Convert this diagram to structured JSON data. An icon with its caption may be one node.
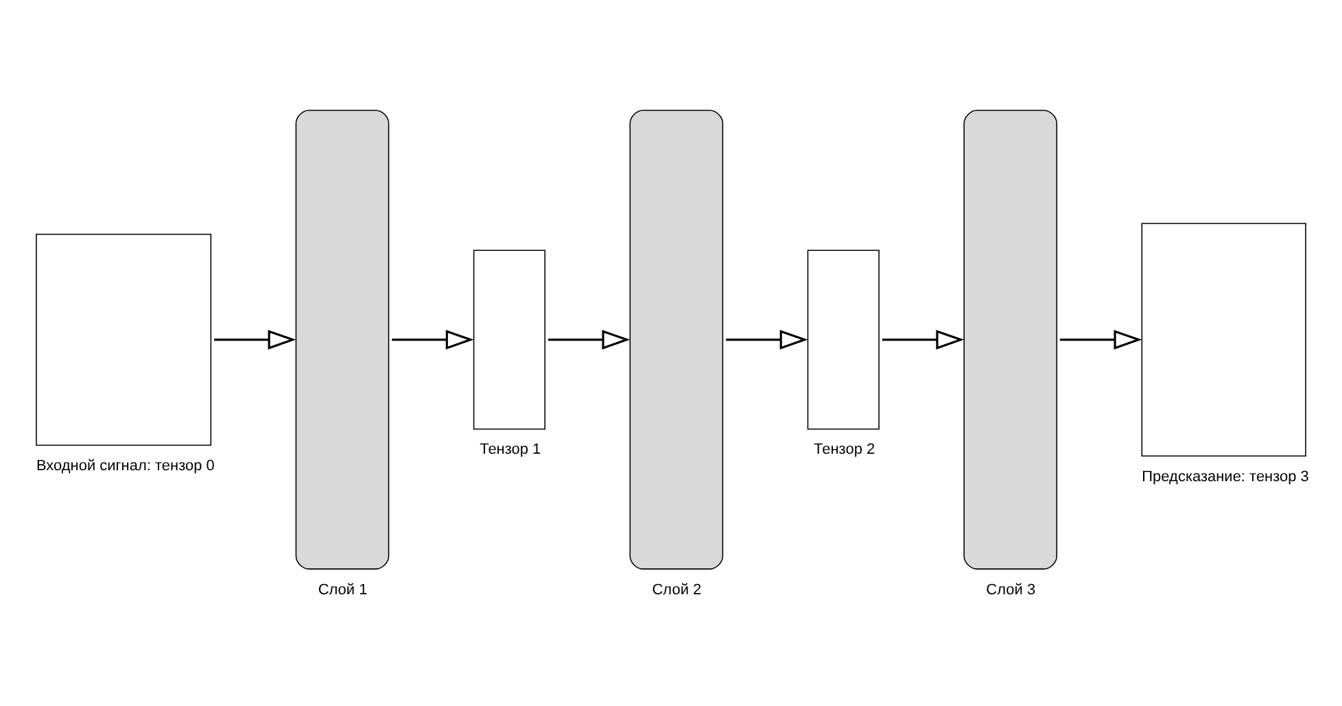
{
  "diagram": {
    "nodes": [
      {
        "text": [
          "Входной сигнал: тензор 0"
        ]
      },
      {
        "text": [
          "Слой 1"
        ]
      },
      {
        "text": [
          "Тензор 1"
        ]
      },
      {
        "text": [
          "Слой 2"
        ]
      },
      {
        "text": [
          "Тензор 2"
        ]
      },
      {
        "text": [
          "Слой 3"
        ]
      },
      {
        "text": [
          "Предсказание: тензор 3"
        ]
      }
    ],
    "edges": [
      {
        "from": 0,
        "to": 1,
        "arrow": "to"
      },
      {
        "from": 1,
        "to": 2,
        "arrow": "to"
      },
      {
        "from": 2,
        "to": 3,
        "arrow": "to"
      },
      {
        "from": 3,
        "to": 4,
        "arrow": "to"
      },
      {
        "from": 4,
        "to": 5,
        "arrow": "to"
      },
      {
        "from": 5,
        "to": 6,
        "arrow": "to"
      }
    ]
  }
}
